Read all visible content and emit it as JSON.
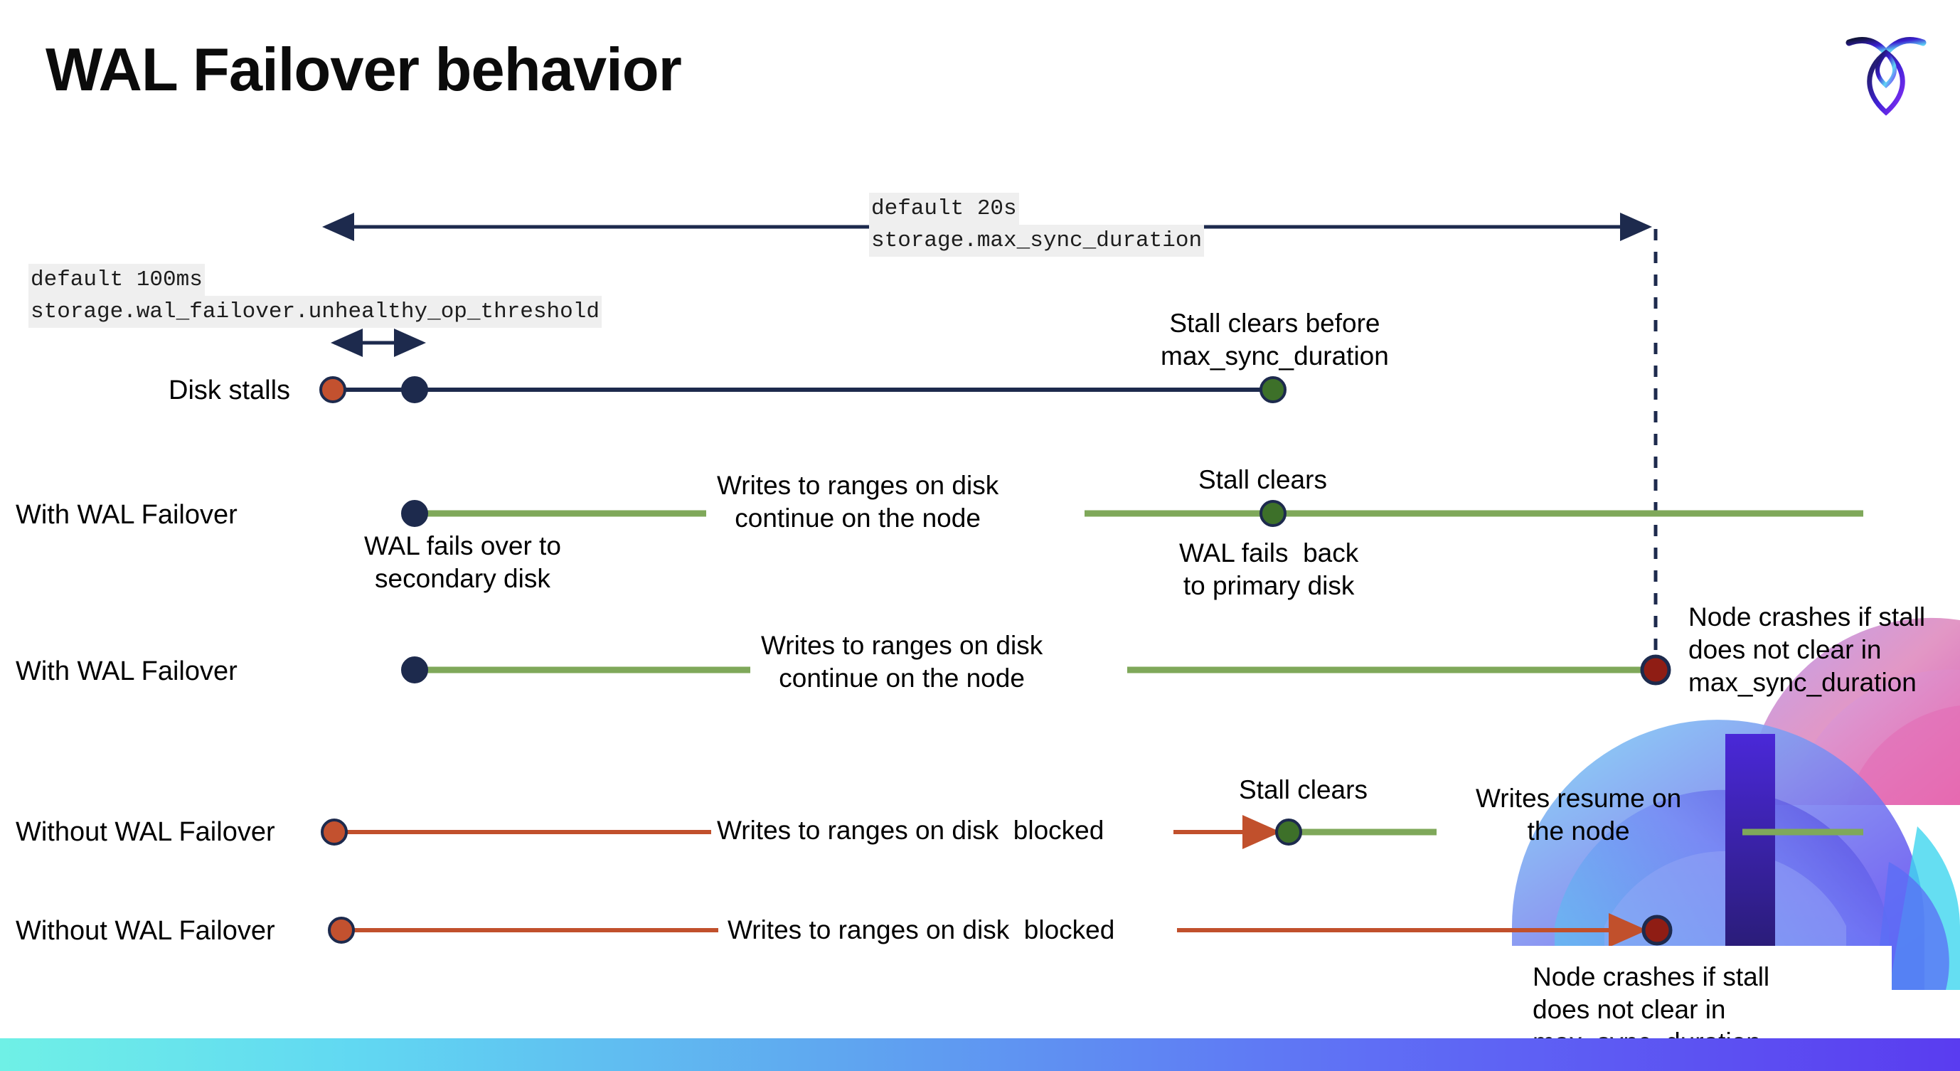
{
  "slide": {
    "title": "WAL Failover behavior",
    "logo_name": "cockroachdb-logo"
  },
  "annotations": {
    "max_sync": {
      "line1": "default 20s",
      "line2": "storage.max_sync_duration"
    },
    "unhealthy_threshold": {
      "line1": "default 100ms",
      "line2": "storage.wal_failover.unhealthy_op_threshold"
    }
  },
  "rows": [
    {
      "label": "Disk stalls"
    },
    {
      "label": "With WAL Failover"
    },
    {
      "label": "With WAL Failover"
    },
    {
      "label": "Without WAL Failover"
    },
    {
      "label": "Without WAL Failover"
    }
  ],
  "notes": {
    "stall_clears_before": "Stall clears before\nmax_sync_duration",
    "writes_continue_1": "Writes to ranges on disk\ncontinue on the node",
    "stall_clears_1": "Stall clears",
    "wal_fails_over": "WAL fails over to\nsecondary disk",
    "wal_fails_back": "WAL fails  back\nto primary disk",
    "writes_continue_2": "Writes to ranges on disk\ncontinue on the node",
    "node_crashes_1": "Node crashes if stall\ndoes not clear in\nmax_sync_duration",
    "writes_blocked_1": "Writes to ranges on disk  blocked",
    "stall_clears_2": "Stall clears",
    "writes_resume": "Writes resume on\nthe node",
    "writes_blocked_2": "Writes to ranges on disk  blocked",
    "node_crashes_2": "Node crashes if stall\ndoes not clear in\nmax_sync_duration"
  },
  "colors": {
    "navy": "#1d2a4d",
    "orange": "#c3512f",
    "green_dot": "#3d7029",
    "green_line": "#7fa85a",
    "dark_red": "#8f1d14",
    "red_line": "#c1502c",
    "chip_bg": "#efefef",
    "bar_start": "#6ff0e6",
    "bar_end": "#5a3cf0"
  }
}
